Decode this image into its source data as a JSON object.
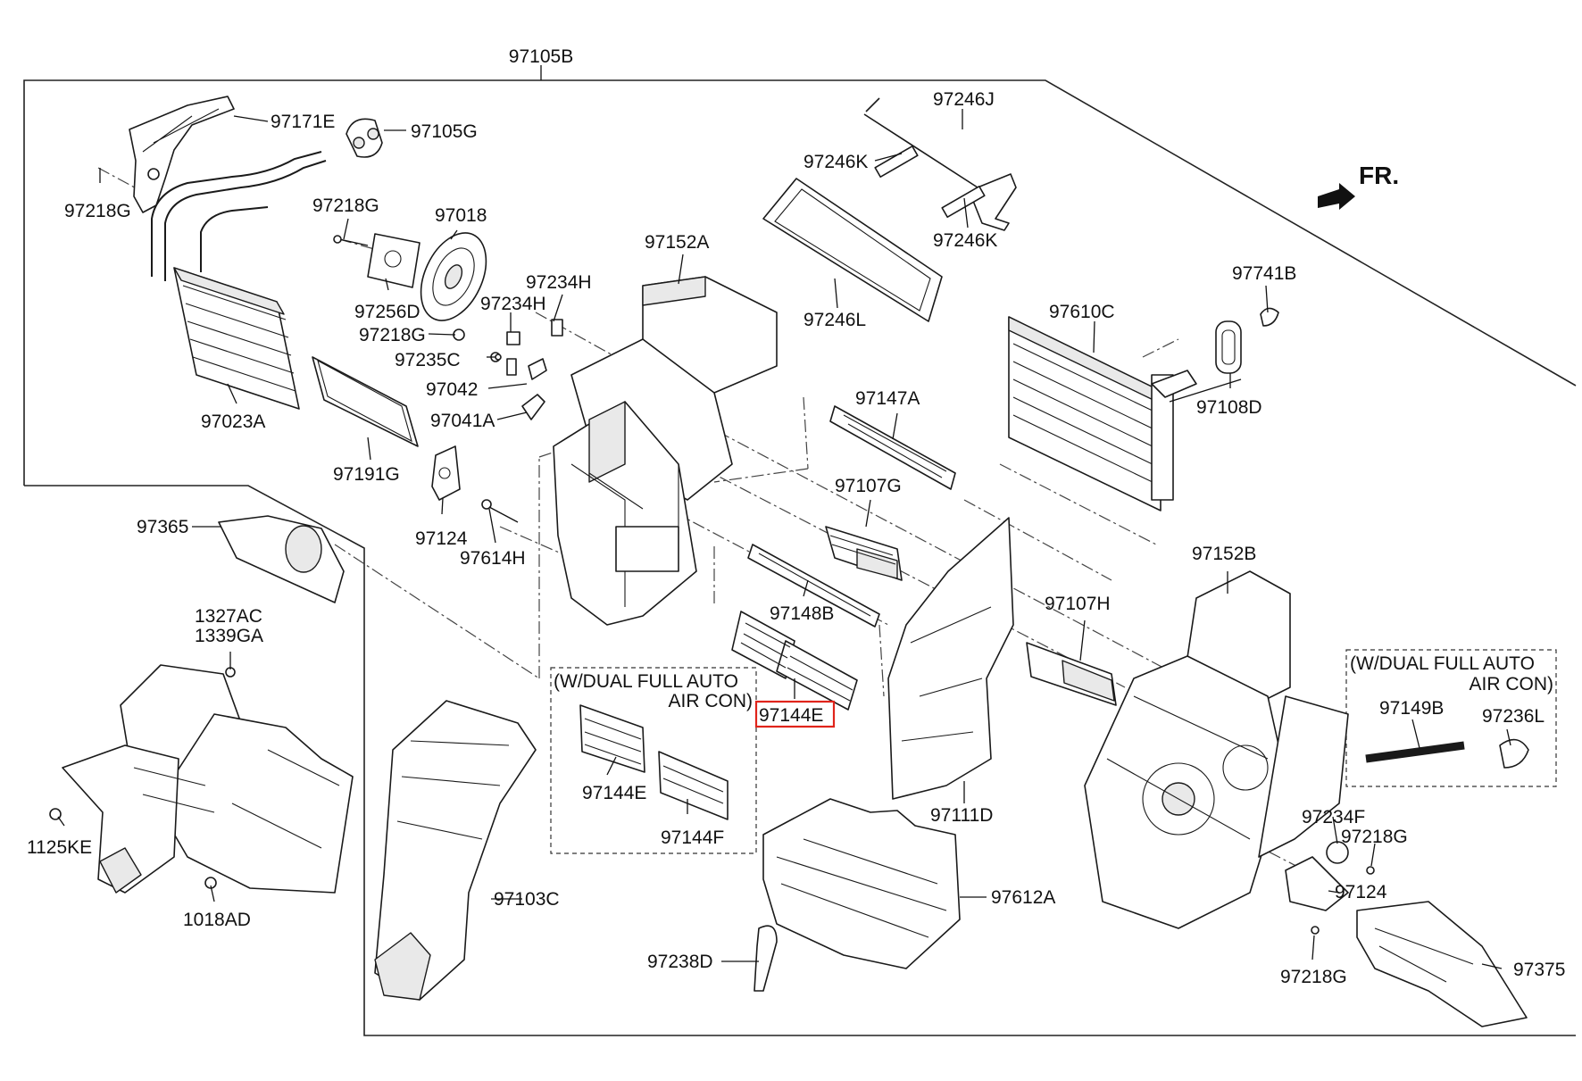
{
  "labels": {
    "p97105B": "97105B",
    "p97171E": "97171E",
    "p97105G": "97105G",
    "p97218G_a": "97218G",
    "p97218G_b": "97218G",
    "p97018": "97018",
    "p97256D": "97256D",
    "p97218G_c": "97218G",
    "p97234H_a": "97234H",
    "p97234H_b": "97234H",
    "p97235C": "97235C",
    "p97042": "97042",
    "p97041A": "97041A",
    "p97023A": "97023A",
    "p97191G": "97191G",
    "p97124_a": "97124",
    "p97614H": "97614H",
    "p97152A": "97152A",
    "p97246J": "97246J",
    "p97246K_a": "97246K",
    "p97246K_b": "97246K",
    "p97246L": "97246L",
    "p97741B": "97741B",
    "p97610C": "97610C",
    "p97108D": "97108D",
    "p97147A": "97147A",
    "p97107G": "97107G",
    "p97148B": "97148B",
    "p97144E_main": "97144E",
    "p97144E_opt": "97144E",
    "p97144F": "97144F",
    "p97107H": "97107H",
    "p97152B": "97152B",
    "p97111D": "97111D",
    "p97612A": "97612A",
    "p97238D": "97238D",
    "p97103C": "97103C",
    "p97365": "97365",
    "p1327AC": "1327AC",
    "p1339GA": "1339GA",
    "p1125KE": "1125KE",
    "p1018AD": "1018AD",
    "p97149B": "97149B",
    "p97236L": "97236L",
    "p97234F": "97234F",
    "p97218G_d": "97218G",
    "p97124_b": "97124",
    "p97218G_e": "97218G",
    "p97375": "97375"
  },
  "notes": {
    "dual_center_1": "(W/DUAL FULL AUTO",
    "dual_center_2": "AIR CON)",
    "dual_right_1": "(W/DUAL FULL AUTO",
    "dual_right_2": "AIR CON)"
  },
  "front_marker": "FR.",
  "highlight_color": "#e0241b"
}
